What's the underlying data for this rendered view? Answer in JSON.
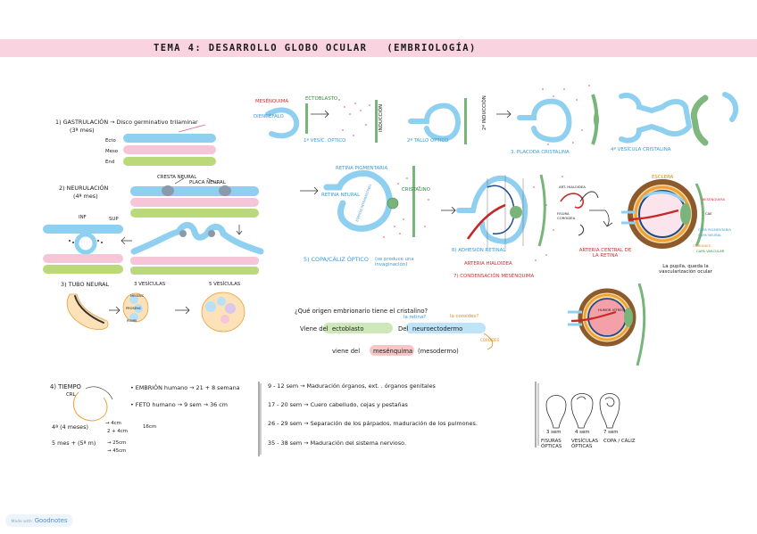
{
  "title": {
    "main": "TEMA 4: DESARROLLO GLOBO OCULAR",
    "sub": "(EMBRIOLOGÍA)"
  },
  "left_panel": {
    "gastrulacion": "1) GASTRULACIÓN → Disco germinativo trilaminar",
    "gastrulacion_time": "(3ª mes)",
    "layers": [
      "Ecto",
      "Meso",
      "End"
    ],
    "neurulacion": "2) NEURULACIÓN",
    "neurulacion_time": "(4ª mes)",
    "cresta": "CRESTA NEURAL",
    "placa": "PLACA NEURAL",
    "sup": "SUP",
    "inf": "INF",
    "tubo": "3) TUBO NEURAL",
    "vesiculas3": "3 VESÍCULAS",
    "vesiculas5": "5 VESÍCULAS",
    "brain_labels": [
      "PROSENC",
      "MESENC",
      "ROMB"
    ]
  },
  "top_row": {
    "mesenquima": "MESÉNQUIMA",
    "ectoblasto": "ECTOBLASTO",
    "diencefalo": "DIENCÉFALO",
    "step1": "1ª VESÍC. ÓPTICO",
    "induccion1": "INDUCCIÓN",
    "step2": "2ª TALLO ÓPTICO",
    "induccion2": "2ª INDUCCIÓN",
    "step3": "3. PLACODA CRISTALINA",
    "step4": "4ª VESÍCULA CRISTALINA"
  },
  "middle_row": {
    "retina_pigmentaria": "RETINA PIGMENTARIA",
    "retina_neural": "RETINA NEURAL",
    "cristalino": "CRISTALINO",
    "espacio": "ESPACIO INTRARRETINAL",
    "step5": "5) COPA/CÁLIZ ÓPTICO",
    "step5_note": "(se produce una invaginación)",
    "step6": "6) ADHESIÓN RETINAL",
    "arteria_hialoidea": "ARTERIA HIALOIDEA",
    "step7": "7) CONDENSACIÓN MESÉNQUIMA",
    "art_hialoidea_small": "ART. HIALOIDEA",
    "fisura_coroidea": "FISURA COROIDEA",
    "arteria_central": "ARTERIA CENTRAL DE LA RETINA",
    "esclera": "ESCLERA",
    "coroides": "COROIDES",
    "capa_vascular": "CAPA VASCULAR",
    "capa_pigmentaria": "CAPA PIGMENTARIA",
    "capa_neural": "CAPA NEURAL",
    "cae": "CAE",
    "mesenquima_small": "MESÉNQUIMA",
    "final_note": "La pupila, queda la vascularización ocular",
    "humor_vitreo": "HUMOR VÍTREO"
  },
  "question": {
    "q": "¿Qué origen embrionario tiene el cristalino?",
    "q2": "la retina?",
    "q3": "la coroides?",
    "viene_del": "Viene del",
    "ectoblasto": "ectoblasto",
    "del": "Del",
    "neuroectodermo": "neuroectodermo",
    "viene_del2": "viene del",
    "mesenquima": "mesénquima",
    "mesodermo": "(mesodermo)",
    "coroides": "COROIDES"
  },
  "bottom": {
    "tiempo": "4) TIEMPO",
    "crl": "CRL",
    "embrion": "• EMBRIÓN humano → 21 + 8 semana",
    "feto": "• FETO humano → 9 sem → 36 cm",
    "t4meses": "4ª (4 meses)",
    "size1": "→ 4cm",
    "size1b": "2 + 4cm",
    "size2": "16cm",
    "t5meses": "5 mes + (5ª m)",
    "size3": "→ 25cm",
    "size4": "→ 45cm",
    "rows": [
      "9 - 12 sem → Maduración órganos, ext.     . órganos genitales",
      "17 - 20 sem → Cuero cabelludo, cejas y pestañas",
      "26 - 29 sem → Separación de los párpados, maduración de los pulmones.",
      "35 - 38 sem → Maduración del sistema nervioso."
    ],
    "weeks": [
      "3 sem",
      "4 sem",
      "7 sem"
    ],
    "figures": [
      "FISURAS ÓPTICAS",
      "VESÍCULAS ÓPTICAS",
      "COPA / CÁLIZ"
    ]
  },
  "watermark": {
    "small": "Made with",
    "brand": "Goodnotes"
  },
  "colors": {
    "pink_band": "#f9d3e0",
    "blue": "#8fd0f0",
    "pink": "#f6c6d8",
    "green": "#bcd97a",
    "red": "#d32f2f",
    "lens_green": "#79b47a"
  }
}
